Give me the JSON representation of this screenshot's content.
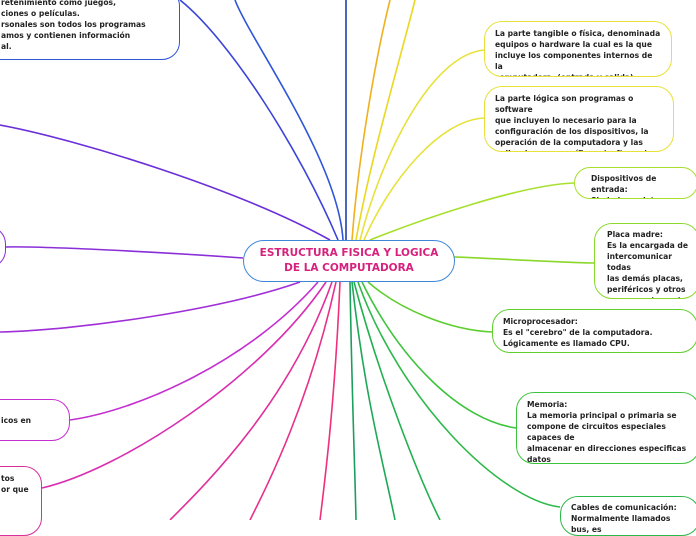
{
  "central": {
    "title": "ESTRUCTURA FISICA Y LOGICA\nDE LA COMPUTADORA"
  },
  "right_nodes": [
    {
      "id": "hardware",
      "text": "La parte tangible o física, denominada\nequipos o hardware la cual es la que\nincluye los componentes internos de la\ncomputadora. (entrada y salida)",
      "color": "#e8e13a"
    },
    {
      "id": "software",
      "text": "La parte lógica son programas o software\nque incluyen lo necesario para la\nconfiguración de los dispositivos, la\noperación de la computadora y las\naplicaciones específicas. (software)",
      "color": "#e8e13a"
    },
    {
      "id": "dispositivos",
      "text": "Dispositivos de entrada:\nSimbolos y datos",
      "color": "#a7e02e"
    },
    {
      "id": "placa",
      "text": "Placa madre:\nEs la encargada de\nintercomunicar todas\nlas demás placas,\nperiféricos y otros\ncomponentes entre sí.",
      "color": "#8ad82c"
    },
    {
      "id": "micro",
      "text": "Microprocesador:\nEs el \"cerebro\" de la computadora.\nLógicamente es llamado CPU.",
      "color": "#5fcf2f"
    },
    {
      "id": "memoria",
      "text": "Memoria:\nLa memoria principal o primaria se\ncompone de circuitos especiales capaces de\nalmacenar en direcciones especificas datos\nbinarios.",
      "color": "#3cc43c"
    },
    {
      "id": "cables",
      "text": "Cables de comunicación:\nNormalmente llamados bus, es",
      "color": "#2eb84a"
    }
  ],
  "left_nodes": [
    {
      "id": "top-left",
      "text": "retenimiento como juegos,\nciones o películas.\nrsonales son todos los programas\namos y contienen información\nal.",
      "color": "#2f56d8"
    },
    {
      "id": "mid-left-1",
      "text": "",
      "color": "#8a2fd8"
    },
    {
      "id": "mid-left-2",
      "text": "icos en",
      "color": "#c42fd0"
    },
    {
      "id": "bottom-left",
      "text": "tos\nor que",
      "color": "#d82f9a"
    }
  ],
  "colors": {
    "central_border": "#3d86d8",
    "central_text": "#d6217d"
  }
}
